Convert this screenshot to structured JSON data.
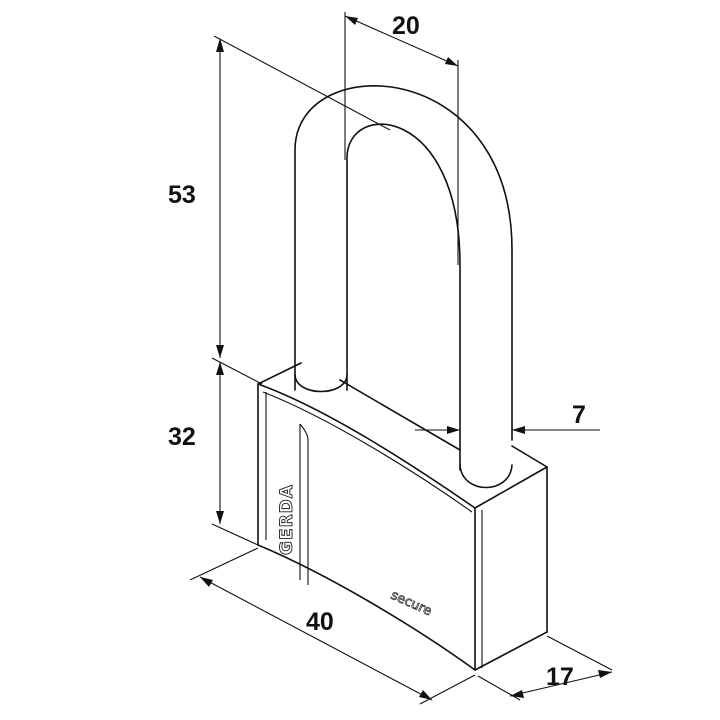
{
  "drawing": {
    "subject": "padlock-long-shackle",
    "brand_label": "GERDA",
    "model_label": "secure",
    "colors": {
      "line": "#111111",
      "background": "#ffffff"
    }
  },
  "dimensions": {
    "shackle_width": "20",
    "shackle_clearance": "53",
    "body_height": "32",
    "shackle_diameter": "7",
    "body_width": "40",
    "body_depth": "17"
  }
}
